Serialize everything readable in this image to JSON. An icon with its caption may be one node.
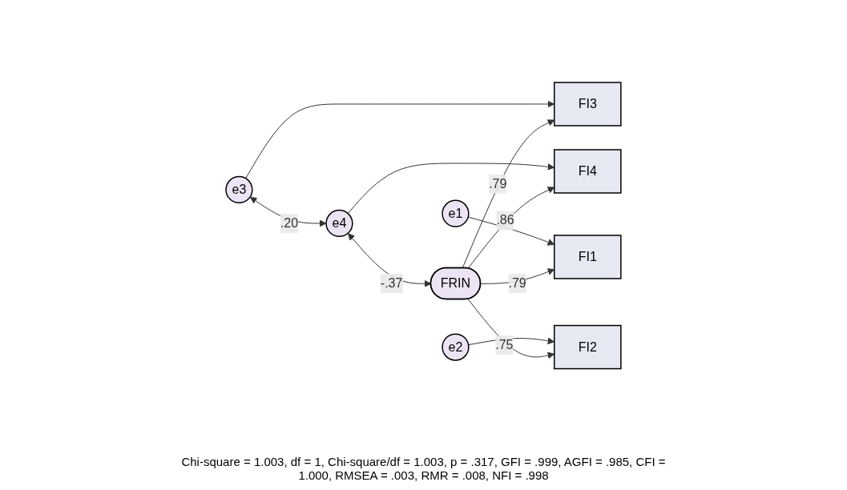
{
  "diagram": {
    "caption": "Chi-square = 1.003, df = 1, Chi-square/df = 1.003, p = .317, GFI = .999, AGFI = .985, CFI = 1.000, RMSEA = .003, RMR = .008, NFI = .998",
    "nodes": [
      {
        "text": [
          "e1"
        ]
      },
      {
        "text": [
          "FI1"
        ]
      },
      {
        "text": [
          "e2"
        ]
      },
      {
        "text": [
          "FI2"
        ]
      },
      {
        "text": [
          "FRIN"
        ]
      },
      {
        "text": [
          "e3"
        ]
      },
      {
        "text": [
          "FI3"
        ]
      },
      {
        "text": [
          "e4"
        ]
      },
      {
        "text": [
          "FI4"
        ]
      }
    ],
    "edges": [
      {
        "from": 0,
        "to": 1,
        "arrow": "to"
      },
      {
        "from": 2,
        "to": 3,
        "arrow": "to"
      },
      {
        "from": 5,
        "to": 6,
        "arrow": "to"
      },
      {
        "from": 7,
        "to": 8,
        "arrow": "to"
      },
      {
        "from": 4,
        "to": 1,
        "arrow": "to",
        "label": ".79"
      },
      {
        "from": 4,
        "to": 3,
        "arrow": "to",
        "label": ".75"
      },
      {
        "from": 4,
        "to": 6,
        "arrow": "to",
        "label": ".79"
      },
      {
        "from": 4,
        "to": 8,
        "arrow": "to",
        "label": ".86"
      },
      {
        "from": 5,
        "to": 7,
        "arrow": "both",
        "label": ".20"
      },
      {
        "from": 7,
        "to": 4,
        "arrow": "both",
        "label": "-.37"
      }
    ]
  }
}
